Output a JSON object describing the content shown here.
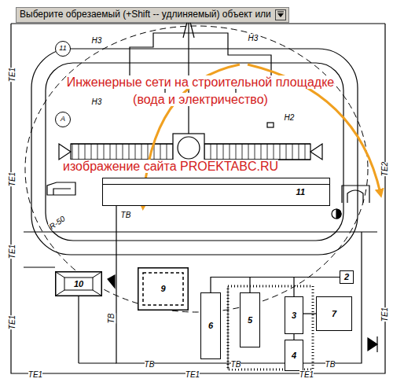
{
  "diagram": {
    "nodes": [
      {
        "text": [
          "11"
        ]
      },
      {
        "text": [
          "А"
        ]
      },
      {
        "text": [
          "11"
        ]
      },
      {
        "text": [
          "10"
        ]
      },
      {
        "text": [
          "9"
        ]
      },
      {
        "text": [
          "2"
        ]
      },
      {
        "text": [
          "6"
        ]
      },
      {
        "text": [
          "5"
        ]
      },
      {
        "text": [
          "3"
        ]
      },
      {
        "text": [
          "7"
        ]
      },
      {
        "text": [
          "4"
        ]
      }
    ],
    "edges": [
      {
        "from": 5,
        "to": 6,
        "arrow": "none"
      },
      {
        "from": 5,
        "to": 7,
        "arrow": "none"
      },
      {
        "from": 5,
        "to": 8,
        "arrow": "none"
      },
      {
        "from": 8,
        "to": 10,
        "arrow": "none"
      },
      {
        "from": 8,
        "to": 9,
        "arrow": "none"
      }
    ],
    "labels": [
      "Выберите обрезаемый (+Shift -- удлиняемый) объект или",
      "Инженерные сети на строительной площадке (вода и электричество)",
      "изображение сайта PROEKTABC.RU",
      "Н3",
      "Н3",
      "Н3",
      "Н2",
      "R-50",
      "ТВ",
      "ТВ",
      "ТВ",
      "ТВ",
      "ТВ",
      "ТЕ1",
      "ТЕ1",
      "ТЕ1",
      "ТЕ1",
      "ТЕ1",
      "ТЕ1",
      "ТЕ1",
      "ТЕ2",
      "ТЕ1"
    ]
  }
}
